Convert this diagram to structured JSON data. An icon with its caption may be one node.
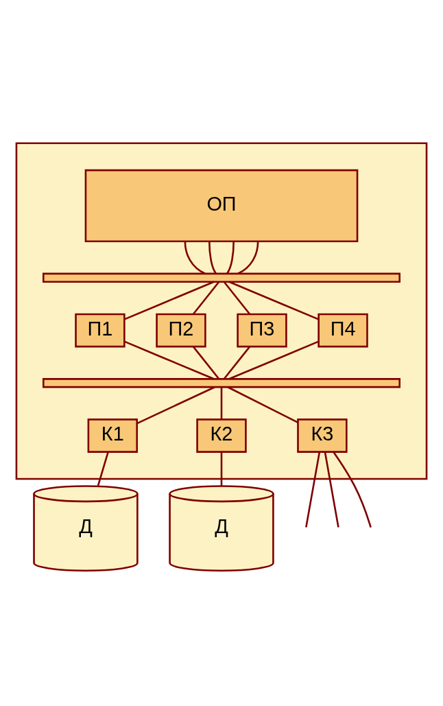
{
  "diagram": {
    "nodes": [
      {
        "text": [],
        "shape": "box"
      },
      {
        "text": [
          "ОП"
        ],
        "in": 0
      },
      {
        "text": [],
        "shape": "bar",
        "in": 0
      },
      {
        "text": [
          "П1"
        ],
        "in": 0
      },
      {
        "text": [
          "П2"
        ],
        "in": 0
      },
      {
        "text": [
          "П3"
        ],
        "in": 0
      },
      {
        "text": [
          "П4"
        ],
        "in": 0
      },
      {
        "text": [],
        "shape": "bar",
        "in": 0
      },
      {
        "text": [
          "К3"
        ],
        "in": 0
      },
      {
        "text": [
          "К1"
        ],
        "in": 0
      },
      {
        "text": [
          "К2"
        ],
        "in": 0
      },
      {
        "text": [
          "Д"
        ]
      },
      {
        "text": [
          "Д"
        ]
      }
    ],
    "edges": [
      {
        "from": 1,
        "to": 2,
        "arrow": "none"
      },
      {
        "from": 1,
        "to": 2,
        "arrow": "none"
      },
      {
        "from": 1,
        "to": 2,
        "arrow": "none"
      },
      {
        "from": 1,
        "to": 2,
        "arrow": "none"
      },
      {
        "from": 2,
        "to": 3,
        "arrow": "none"
      },
      {
        "from": 2,
        "to": 4,
        "arrow": "none"
      },
      {
        "from": 2,
        "to": 5,
        "arrow": "none"
      },
      {
        "from": 2,
        "to": 6,
        "arrow": "none"
      },
      {
        "from": 3,
        "to": 7,
        "arrow": "none"
      },
      {
        "from": 4,
        "to": 7,
        "arrow": "none"
      },
      {
        "from": 5,
        "to": 7,
        "arrow": "none"
      },
      {
        "from": 6,
        "to": 7,
        "arrow": "none"
      },
      {
        "from": 7,
        "to": 9,
        "arrow": "none"
      },
      {
        "from": 7,
        "to": 10,
        "arrow": "none"
      },
      {
        "from": 7,
        "to": 8,
        "arrow": "none"
      },
      {
        "from": 9,
        "to": 11,
        "arrow": "none"
      },
      {
        "from": 10,
        "to": 12,
        "arrow": "none"
      },
      {
        "from": 8,
        "to": null,
        "arrow": "none"
      },
      {
        "from": 8,
        "to": null,
        "arrow": "none"
      },
      {
        "from": 8,
        "to": null,
        "arrow": "none"
      }
    ]
  }
}
